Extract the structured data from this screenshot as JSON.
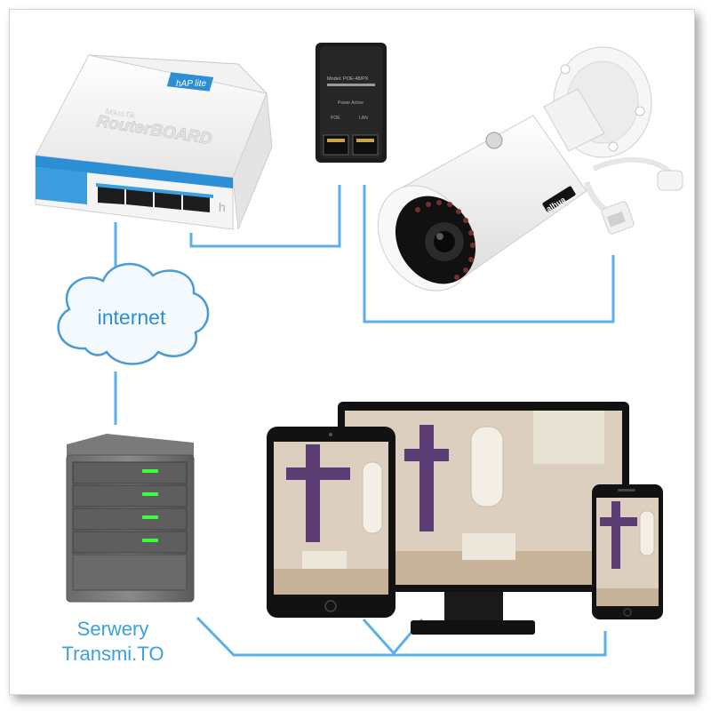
{
  "colors": {
    "connector": "#5cb0ea",
    "cloud_stroke": "#4a9ad6",
    "cloud_fill": "#f4f9fe",
    "label_blue": "#3aa0e0",
    "server_led": "#39ff3c"
  },
  "router": {
    "brand": "MikroTik",
    "model_badge": "hAP lite",
    "board_text": "RouterBOARD"
  },
  "poe_injector": {
    "model": "Model: POE-48/PX",
    "status": "Power Active",
    "port_poe": "POE",
    "port_lan": "LAN"
  },
  "camera": {
    "brand": "alhua"
  },
  "cloud": {
    "label": "internet"
  },
  "server": {
    "label_line1": "Serwery",
    "label_line2": "Transmi.TO"
  }
}
